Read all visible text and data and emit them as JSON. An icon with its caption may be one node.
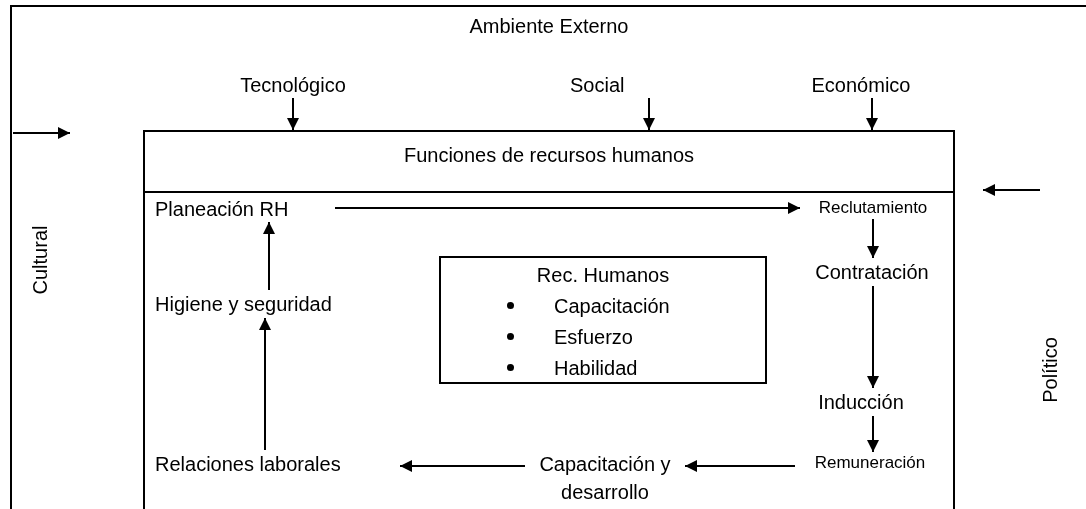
{
  "diagram": {
    "nodes": [
      {
        "text": [
          "Ambiente Externo"
        ]
      },
      {
        "text": [
          "Tecnológico"
        ],
        "in": 0
      },
      {
        "text": [
          "Social"
        ],
        "in": 0
      },
      {
        "text": [
          "Económico"
        ],
        "in": 0
      },
      {
        "text": [
          "Cultural"
        ],
        "in": 0
      },
      {
        "text": [
          "Político"
        ],
        "in": 0
      },
      {
        "text": [
          "Funciones de recursos humanos"
        ],
        "in": 0
      },
      {
        "text": [
          "Planeación RH"
        ],
        "in": 6
      },
      {
        "text": [
          "Reclutamiento"
        ],
        "in": 6
      },
      {
        "text": [
          "Contratación"
        ],
        "in": 6
      },
      {
        "text": [
          "Inducción"
        ],
        "in": 6
      },
      {
        "text": [
          "Remuneración"
        ],
        "in": 6
      },
      {
        "text": [
          "Capacitación y desarrollo"
        ],
        "in": 6
      },
      {
        "text": [
          "Relaciones laborales"
        ],
        "in": 6
      },
      {
        "text": [
          "Higiene y seguridad"
        ],
        "in": 6
      },
      {
        "text": [
          "Rec. Humanos",
          "Capacitación",
          "Esfuerzo",
          "Habilidad"
        ],
        "in": 6
      }
    ],
    "edges": [
      {
        "from": 1,
        "to": 6,
        "arrow": "to"
      },
      {
        "from": 2,
        "to": 6,
        "arrow": "to"
      },
      {
        "from": 3,
        "to": 6,
        "arrow": "to"
      },
      {
        "from": 7,
        "to": 8,
        "arrow": "to"
      },
      {
        "from": 8,
        "to": 9,
        "arrow": "to"
      },
      {
        "from": 9,
        "to": 10,
        "arrow": "to"
      },
      {
        "from": 10,
        "to": 11,
        "arrow": "to"
      },
      {
        "from": 11,
        "to": 12,
        "arrow": "to"
      },
      {
        "from": 12,
        "to": 13,
        "arrow": "to"
      },
      {
        "from": 13,
        "to": 14,
        "arrow": "to"
      },
      {
        "from": 14,
        "to": 7,
        "arrow": "to"
      }
    ]
  }
}
